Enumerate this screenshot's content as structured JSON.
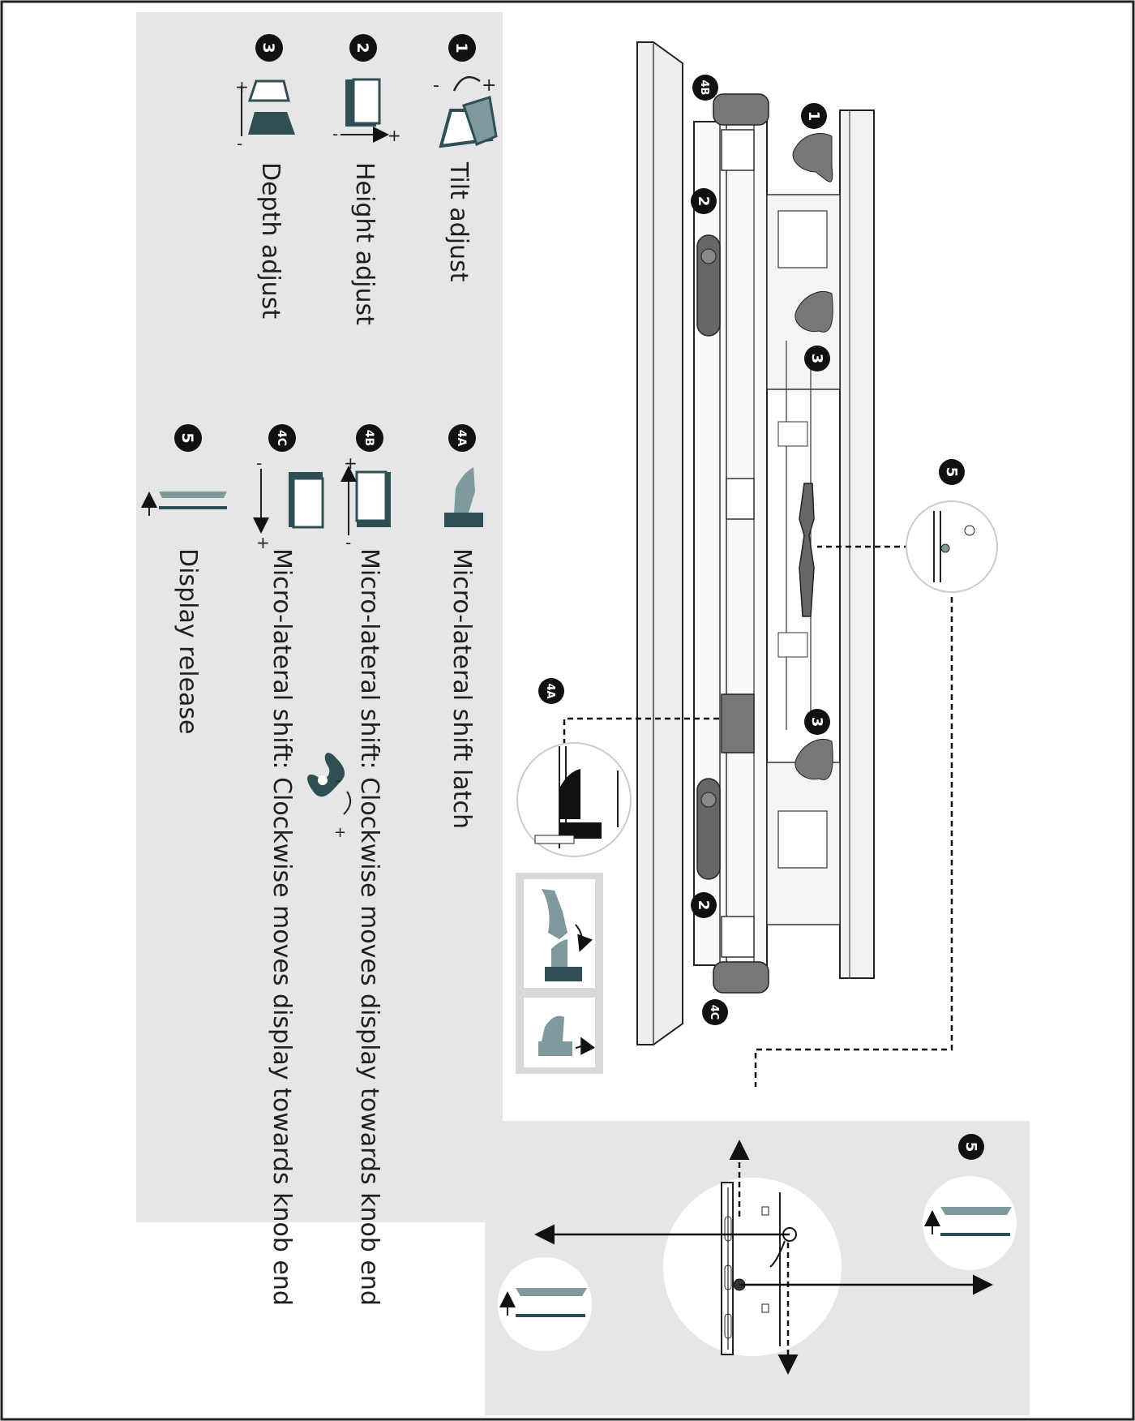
{
  "legend": {
    "items": [
      {
        "badge": "1",
        "label": "Tilt adjust",
        "icon": "tilt-icon"
      },
      {
        "badge": "2",
        "label": "Height adjust",
        "icon": "height-icon"
      },
      {
        "badge": "3",
        "label": "Depth adjust",
        "icon": "depth-icon"
      },
      {
        "badge": "4A",
        "label": "Micro-lateral shift latch",
        "icon": "latch-icon"
      },
      {
        "badge": "4B",
        "label": "Micro-lateral shift: Clockwise moves display towards knob end",
        "icon": "shift-left-icon"
      },
      {
        "badge": "4C",
        "label": "Micro-lateral shift: Clockwise moves display towards knob end",
        "icon": "shift-right-icon"
      },
      {
        "badge": "5",
        "label": "Display release",
        "icon": "display-release-icon"
      }
    ],
    "knob_signs": {
      "minus": "-",
      "plus": "+"
    }
  },
  "diagram": {
    "callouts": {
      "c1": "1",
      "c2a": "2",
      "c2b": "2",
      "c3a": "3",
      "c3b": "3",
      "c4a": "4A",
      "c4b": "4B",
      "c4c": "4C",
      "c5": "5",
      "c5_detail": "5"
    }
  },
  "colors": {
    "panel_gray": "#e6e6e6",
    "teal_dark": "#2f4f54",
    "teal_light": "#7e9a9c",
    "knob_gray": "#666666",
    "outline": "#222222"
  }
}
